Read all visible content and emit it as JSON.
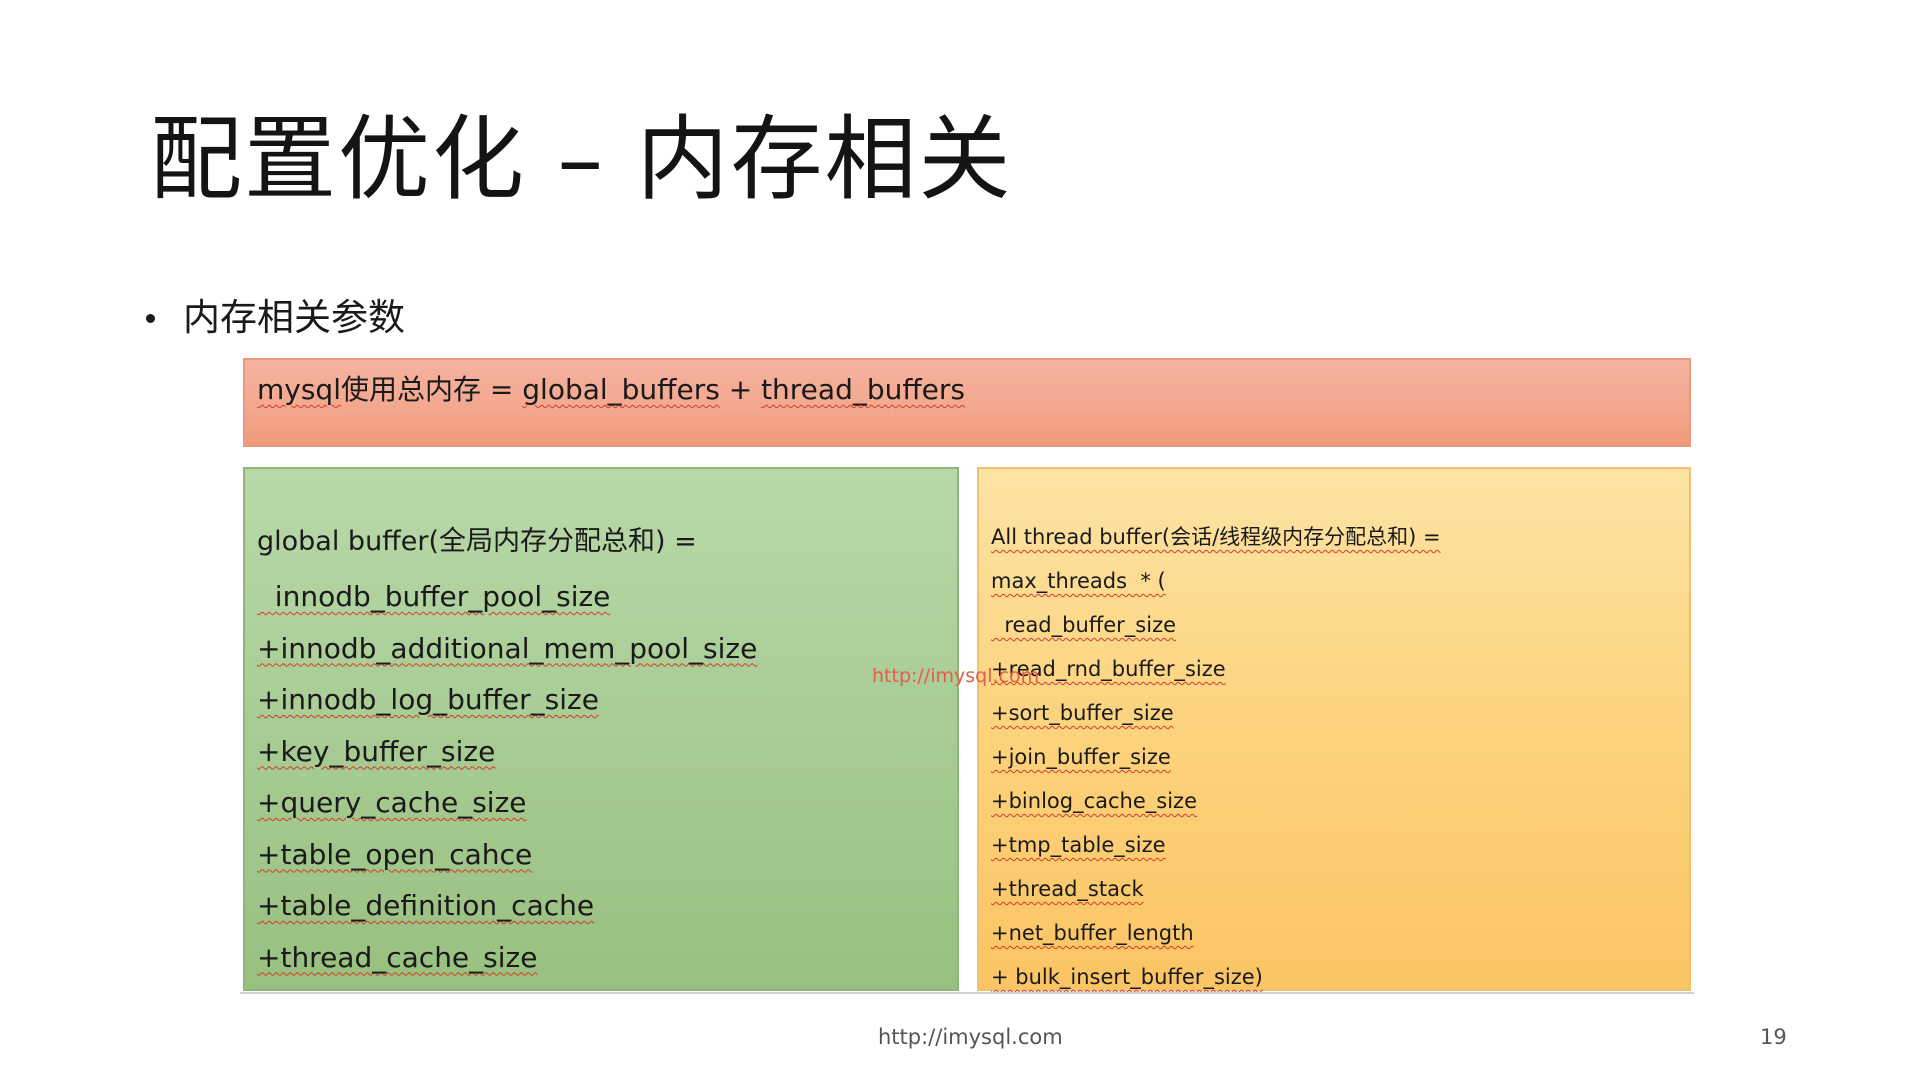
{
  "slide": {
    "title": "配置优化 – 内存相关",
    "bullet": "内存相关参数",
    "top_box": {
      "formula_prefix": "mysql",
      "formula_mid": "使用总内存 = ",
      "formula_g": "global_buffers",
      "formula_plus": " + ",
      "formula_t": "thread_buffers"
    },
    "global_box": {
      "heading": "global buffer(全局内存分配总和) =",
      "items": [
        "  innodb_buffer_pool_size",
        "+innodb_additional_mem_pool_size",
        "+innodb_log_buffer_size",
        "+key_buffer_size",
        "+query_cache_size",
        "+table_open_cahce",
        "+table_definition_cache",
        "+thread_cache_size"
      ]
    },
    "thread_box": {
      "items": [
        "All thread buffer(会话/线程级内存分配总和) =",
        "max_threads  * (",
        "  read_buffer_size",
        "+read_rnd_buffer_size",
        "+sort_buffer_size",
        "+join_buffer_size",
        "+binlog_cache_size",
        "+tmp_table_size",
        "+thread_stack",
        "+net_buffer_length",
        "+ bulk_insert_buffer_size)"
      ]
    },
    "watermark": "http://imysql.com",
    "footer_url": "http://imysql.com",
    "page_number": "19"
  },
  "colors": {
    "top_box": "#f3a88e",
    "global_box": "#a8cc94",
    "thread_box": "#fcd37d",
    "watermark": "#e35d4b"
  }
}
